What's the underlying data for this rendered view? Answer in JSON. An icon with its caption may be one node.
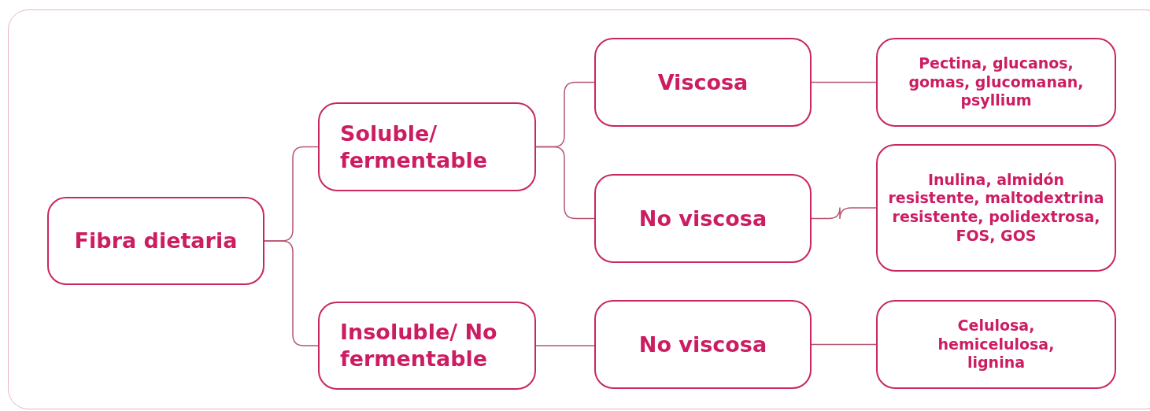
{
  "diagram": {
    "nodes": [
      {
        "text": [
          "Fibra dietaria"
        ]
      },
      {
        "text": [
          "Soluble/ fermentable"
        ]
      },
      {
        "text": [
          "Insoluble/ No fermentable"
        ]
      },
      {
        "text": [
          "Viscosa"
        ]
      },
      {
        "text": [
          "No viscosa"
        ]
      },
      {
        "text": [
          "No viscosa"
        ]
      },
      {
        "text": [
          "Pectina, glucanos, gomas, glucomanan, psyllium"
        ]
      },
      {
        "text": [
          "Inulina, almidón resistente, maltodextrina resistente, polidextrosa, FOS, GOS"
        ]
      },
      {
        "text": [
          "Celulosa, hemicelulosa, lignina"
        ]
      }
    ],
    "edges": [
      {
        "from": 0,
        "to": 1,
        "arrow": "none"
      },
      {
        "from": 0,
        "to": 2,
        "arrow": "none"
      },
      {
        "from": 1,
        "to": 3,
        "arrow": "none"
      },
      {
        "from": 1,
        "to": 4,
        "arrow": "none"
      },
      {
        "from": 2,
        "to": 5,
        "arrow": "none"
      },
      {
        "from": 3,
        "to": 6,
        "arrow": "none"
      },
      {
        "from": 4,
        "to": 7,
        "arrow": "none"
      },
      {
        "from": 5,
        "to": 8,
        "arrow": "none"
      }
    ]
  }
}
